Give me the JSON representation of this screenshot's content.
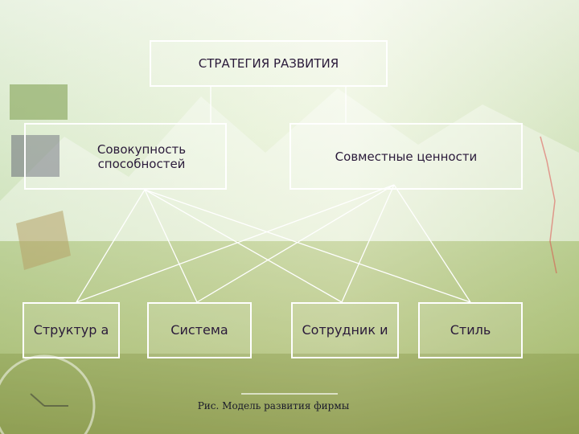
{
  "diagram": {
    "title": "СТРАТЕГИЯ РАЗВИТИЯ",
    "mid_left": "Совокупность способностей",
    "mid_right": "Совместные ценности",
    "bottom": [
      "Структур а",
      "Система",
      "Сотрудник и",
      "Стиль"
    ],
    "caption": "Рис. Модель развития фирмы"
  },
  "colors": {
    "box_border": "#ffffff",
    "text": "#2a1a3a",
    "line": "#ffffff"
  }
}
